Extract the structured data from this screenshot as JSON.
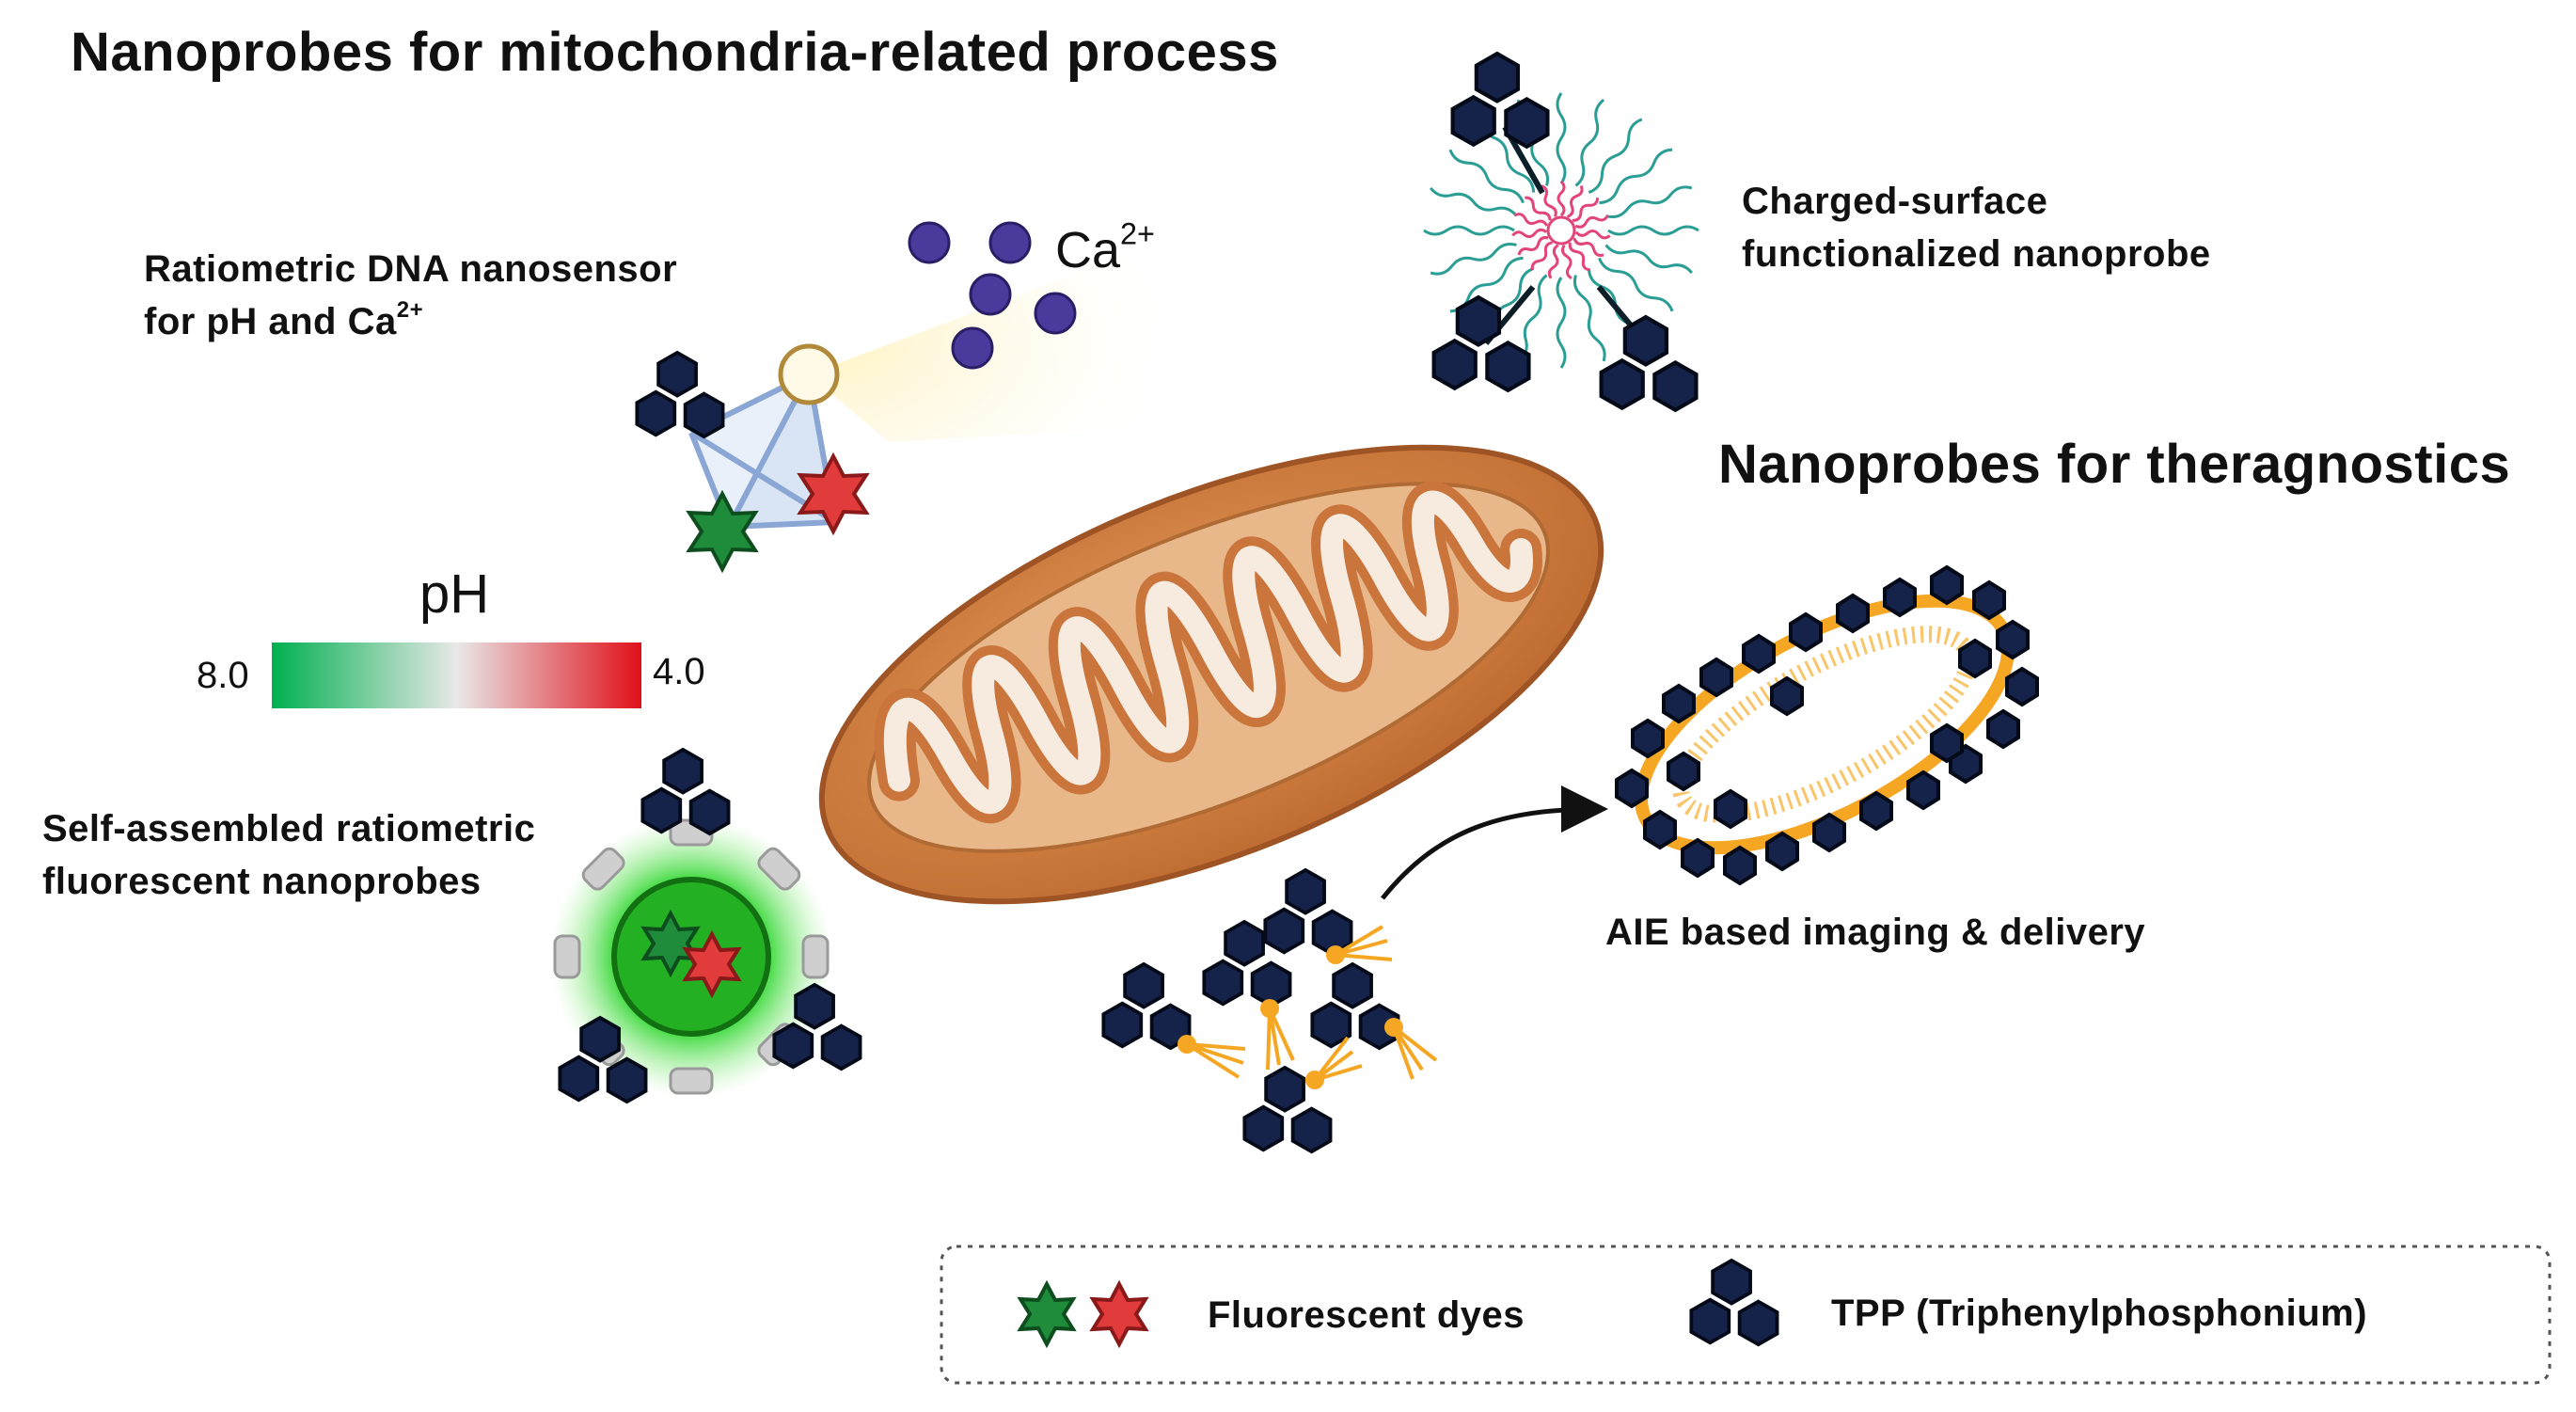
{
  "titles": {
    "mito_process": "Nanoprobes for mitochondria-related process",
    "theragnostics": "Nanoprobes for theragnostics"
  },
  "labels": {
    "dna_sensor_line1": "Ratiometric DNA nanosensor",
    "dna_sensor_line2": "for pH and Ca",
    "dna_sensor_sup": "2+",
    "calcium_base": "Ca",
    "calcium_sup": "2+",
    "charged_line1": "Charged-surface",
    "charged_line2": "functionalized nanoprobe",
    "self_assembled_line1": "Self-assembled ratiometric",
    "self_assembled_line2": "fluorescent nanoprobes",
    "aie": "AIE based imaging & delivery"
  },
  "ph_scale": {
    "title": "pH",
    "left": "8.0",
    "right": "4.0",
    "color_low_ph": "#e0101a",
    "color_mid": "#e8e8e8",
    "color_high_ph": "#00b050"
  },
  "legend": {
    "dyes": "Fluorescent dyes",
    "tpp": "TPP (Triphenylphosphonium)"
  },
  "colors": {
    "tpp_fill": "#15234a",
    "tpp_stroke": "#050a18",
    "dye_green": "#1f8c3c",
    "dye_red": "#e23b3b",
    "mito_outer": "#c8773a",
    "mito_inner": "#f4e2cf",
    "calcium": "#4a3a9c",
    "aie_orange": "#f5a623",
    "micelle_teal": "#2a9d95",
    "micelle_pink": "#e2457a"
  }
}
